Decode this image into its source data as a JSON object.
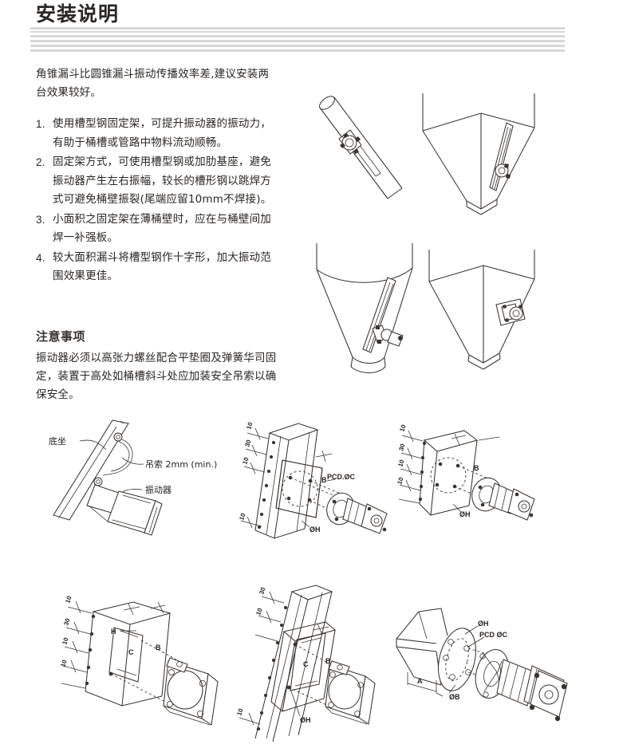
{
  "document": {
    "title": "安装说明",
    "intro": "角锥漏斗比圆锥漏斗振动传播效率差,建议安装两台效果较好。",
    "steps": [
      {
        "num": "1.",
        "text": "使用槽型钢固定架，可提升振动器的振动力，有助于桶槽或管路中物料流动顺畅。"
      },
      {
        "num": "2.",
        "text": "固定架方式，可使用槽型钢或加肋基座，避免振动器产生左右振幅，较长的槽形钢以跳焊方式可避免桶壁振裂(尾端应留10mm不焊接)。"
      },
      {
        "num": "3.",
        "text": "小面积之固定架在薄桶壁时，应在与桶壁间加焊一补强板。"
      },
      {
        "num": "4.",
        "text": "较大面积漏斗将槽型钢作十字形，加大振动范围效果更佳。"
      }
    ],
    "notice": {
      "heading": "注意事项",
      "body": "振动器必须以高张力螺丝配合平垫圈及弹簧华司固定，装置于高处如桶槽斜斗处应加装安全吊索以确保安全。"
    }
  },
  "figures": {
    "pipe_mount": {
      "name": "pipe-with-vibrator"
    },
    "wedge_hopper_top": {
      "name": "wedge-hopper-channel-mount"
    },
    "cone_hopper": {
      "name": "cone-hopper-channel-mount"
    },
    "wedge_hopper_plate": {
      "name": "wedge-hopper-plate-mount"
    },
    "safety_sling": {
      "name": "safety-sling-detail",
      "labels": {
        "base": "底坐",
        "sling": "吊索 2mm (min.)",
        "vibrator": "振动器"
      }
    },
    "beam_flange_a": {
      "name": "beam-flange-mount-a",
      "labels": {
        "pcd": "PCD.ØC",
        "b": "B",
        "h": "ØH"
      },
      "dims": [
        "10",
        "30",
        "10",
        "10"
      ]
    },
    "beam_flange_b": {
      "name": "beam-flange-mount-b",
      "labels": {
        "b": "B",
        "h": "ØH"
      },
      "dims": [
        "10",
        "30",
        "10",
        "10"
      ]
    },
    "bracket_square_a": {
      "name": "square-bracket-mount-a",
      "labels": {
        "h": "H",
        "c": "C",
        "b": "B"
      },
      "dims": [
        "10",
        "30",
        "10",
        "10"
      ]
    },
    "bracket_square_b": {
      "name": "square-bracket-mount-b",
      "labels": {
        "c": "C",
        "b": "B",
        "h": "ØH"
      },
      "dims": [
        "30",
        "10",
        "10"
      ]
    },
    "flange_exploded": {
      "name": "flange-exploded-view",
      "labels": {
        "h": "ØH",
        "pcd": "PCD ØC",
        "a": "A",
        "b": "ØB"
      }
    }
  },
  "colors": {
    "ink": "#2b2724",
    "rule": "#d8d8d8",
    "line": "#3a342f"
  }
}
